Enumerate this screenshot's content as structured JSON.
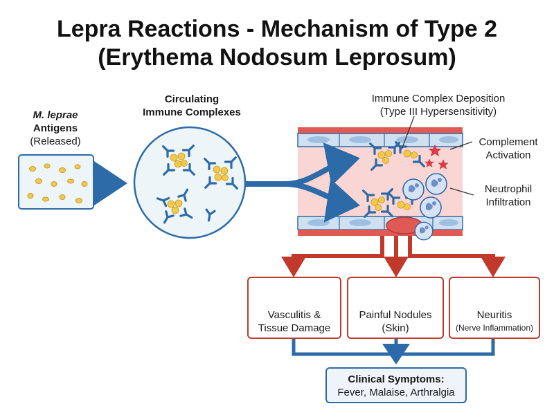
{
  "title": {
    "line1": "Lepra Reactions - Mechanism of Type 2",
    "line2": "(Erythema Nodosum Leprosum)"
  },
  "antigens": {
    "name": "M. leprae",
    "line2": "Antigens",
    "line3": "(Released)"
  },
  "complexes": {
    "line1": "Circulating",
    "line2": "Immune Complexes"
  },
  "deposition": {
    "line1": "Immune Complex Deposition",
    "line2": "(Type III Hypersensitivity)"
  },
  "complement": {
    "line1": "Complement",
    "line2": "Activation"
  },
  "neutrophil": {
    "line1": "Neutrophil",
    "line2": "Infiltration"
  },
  "outcomes": {
    "vasculitis": {
      "line1": "Vasculitis &",
      "line2": "Tissue Damage"
    },
    "nodules": {
      "line1": "Painful Nodules",
      "line2": "(Skin)"
    },
    "neuritis": {
      "line1": "Neuritis",
      "line2": "(Nerve Inflammation)"
    }
  },
  "symptoms": {
    "heading": "Clinical Symptoms:",
    "detail": "Fever, Malaise, Arthralgia"
  },
  "colors": {
    "blue_arrow": "#2c6aa8",
    "red_arrow": "#c0392b",
    "antigen": "#f2c94c",
    "antibody": "#2c6aa8",
    "vessel_tissue": "#f9d6d3"
  }
}
